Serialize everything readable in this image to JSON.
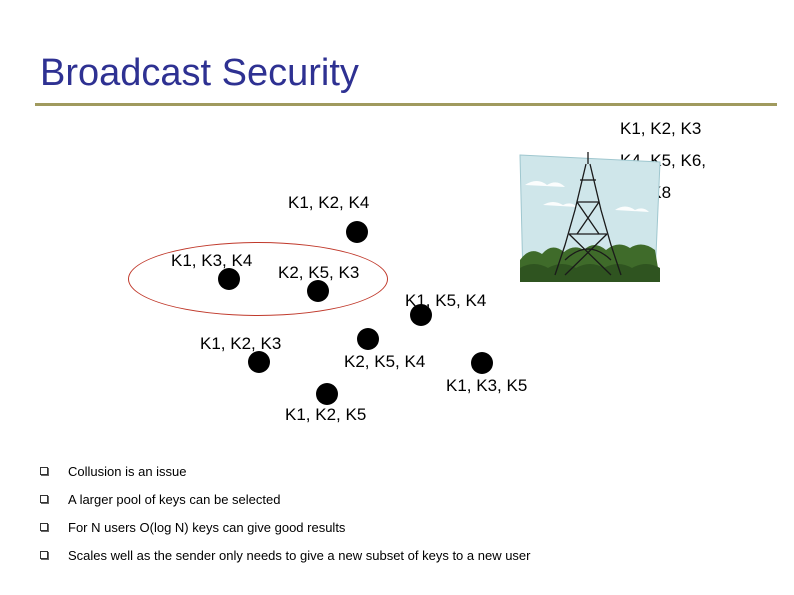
{
  "slide": {
    "title": "Broadcast Security"
  },
  "server": {
    "keys_line1": "K1, K2, K3",
    "keys_line2": "K4, K5, K6,",
    "keys_line3": "K7, K8"
  },
  "users": [
    {
      "keys": "K1, K2, K4"
    },
    {
      "keys": "K1, K3, K4"
    },
    {
      "keys": "K2, K5, K3"
    },
    {
      "keys": "K1, K5, K4"
    },
    {
      "keys": "K1, K2, K3"
    },
    {
      "keys": "K2, K5, K4"
    },
    {
      "keys": "K1, K3, K5"
    },
    {
      "keys": "K1, K2, K5"
    }
  ],
  "bullets": [
    "Collusion is an issue",
    "A larger pool of keys can be selected",
    "For N users O(log N) keys can give good results",
    "Scales well as the sender only needs to give a new subset of keys to a new user"
  ],
  "colors": {
    "title": "#2e3192",
    "rule": "#a09a5e",
    "oval": "#c0392b",
    "sky": "#cfe6ea",
    "tower": "#1a1a1a",
    "trees": "#3f6b2a"
  },
  "icons": {
    "picture": "eiffel-tower-clipart",
    "bullet": "checkbox-bullet"
  }
}
